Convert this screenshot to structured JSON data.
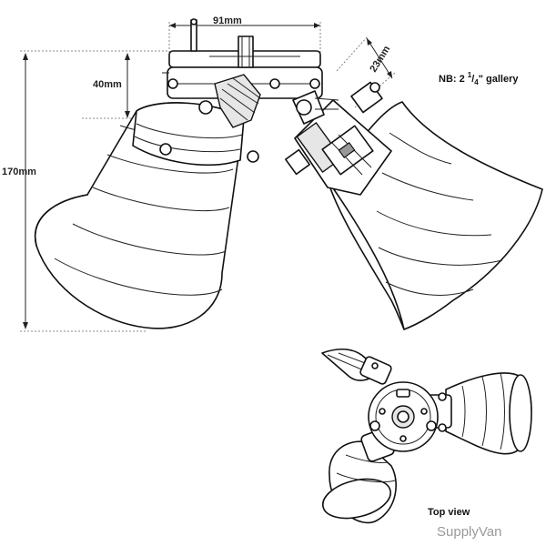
{
  "dimensions": {
    "width_top": "91mm",
    "height_mount": "40mm",
    "height_total": "170mm",
    "gallery_angle": "23mm"
  },
  "note": {
    "prefix": "NB: 2 ",
    "sup": "1",
    "slash": "/",
    "sub": "4",
    "suffix": "\" gallery"
  },
  "caption": "Top view",
  "brand": "SupplyVan"
}
